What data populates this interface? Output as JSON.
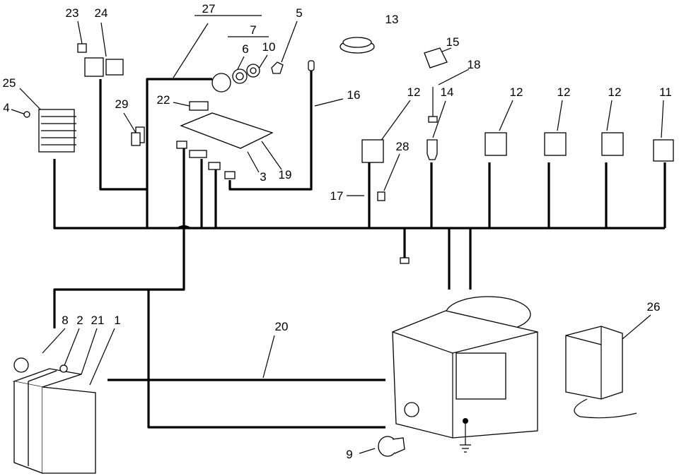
{
  "diagram": {
    "title": "Wiring harness parts diagram",
    "callouts": {
      "c23": "23",
      "c24": "24",
      "c27": "27",
      "c7": "7",
      "c5": "5",
      "c13": "13",
      "c6": "6",
      "c10": "10",
      "c15": "15",
      "c18": "18",
      "c25": "25",
      "c4": "4",
      "c29": "29",
      "c22": "22",
      "c16": "16",
      "c12a": "12",
      "c14": "14",
      "c12b": "12",
      "c12c": "12",
      "c12d": "12",
      "c11": "11",
      "c28": "28",
      "c3": "3",
      "c19": "19",
      "c17": "17",
      "c8": "8",
      "c2": "2",
      "c21": "21",
      "c1": "1",
      "c20": "20",
      "c26": "26",
      "c9": "9"
    }
  }
}
